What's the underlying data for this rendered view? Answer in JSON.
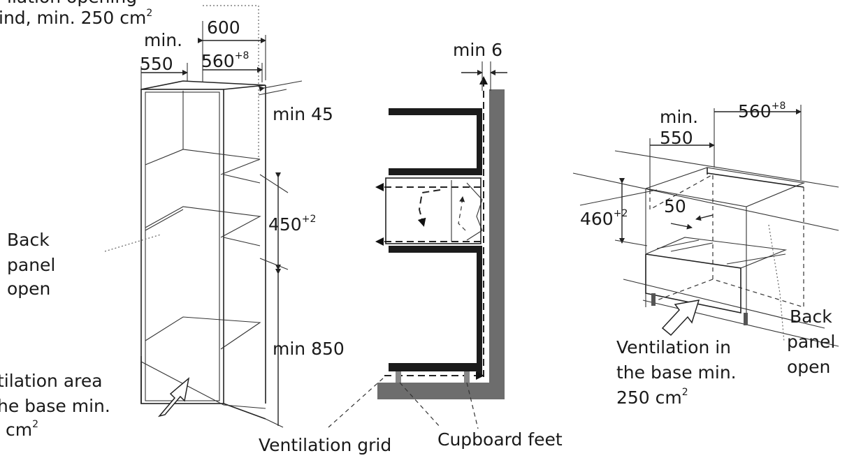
{
  "left": {
    "vent_top_line1": "ilation opening",
    "vent_top_line2": "ind, min. 250 cm",
    "vent_top_sup": "2",
    "dim_600": "600",
    "min_label": "min.",
    "dim_550": "550",
    "dim_560": "560",
    "dim_560_sup": "+8",
    "min_45": "min 45",
    "dim_450": "450",
    "dim_450_sup": "+2",
    "min_850": "min 850",
    "back_panel": [
      "Back",
      "panel",
      "open"
    ],
    "vent_area": [
      "tilation area",
      "he base min.",
      "cm"
    ],
    "vent_area_sup": "2"
  },
  "middle": {
    "min_6": "min 6",
    "ventilation_grid": "Ventilation grid",
    "cupboard_feet": "Cupboard feet"
  },
  "right": {
    "min_label": "min.",
    "dim_550": "550",
    "dim_560": "560",
    "dim_560_sup": "+8",
    "dim_460": "460",
    "dim_460_sup": "+2",
    "dim_50": "50",
    "back_panel": [
      "Back",
      "panel",
      "open"
    ],
    "vent_base": [
      "Ventilation in",
      "the base min.",
      "250 cm"
    ],
    "vent_base_sup": "2"
  }
}
